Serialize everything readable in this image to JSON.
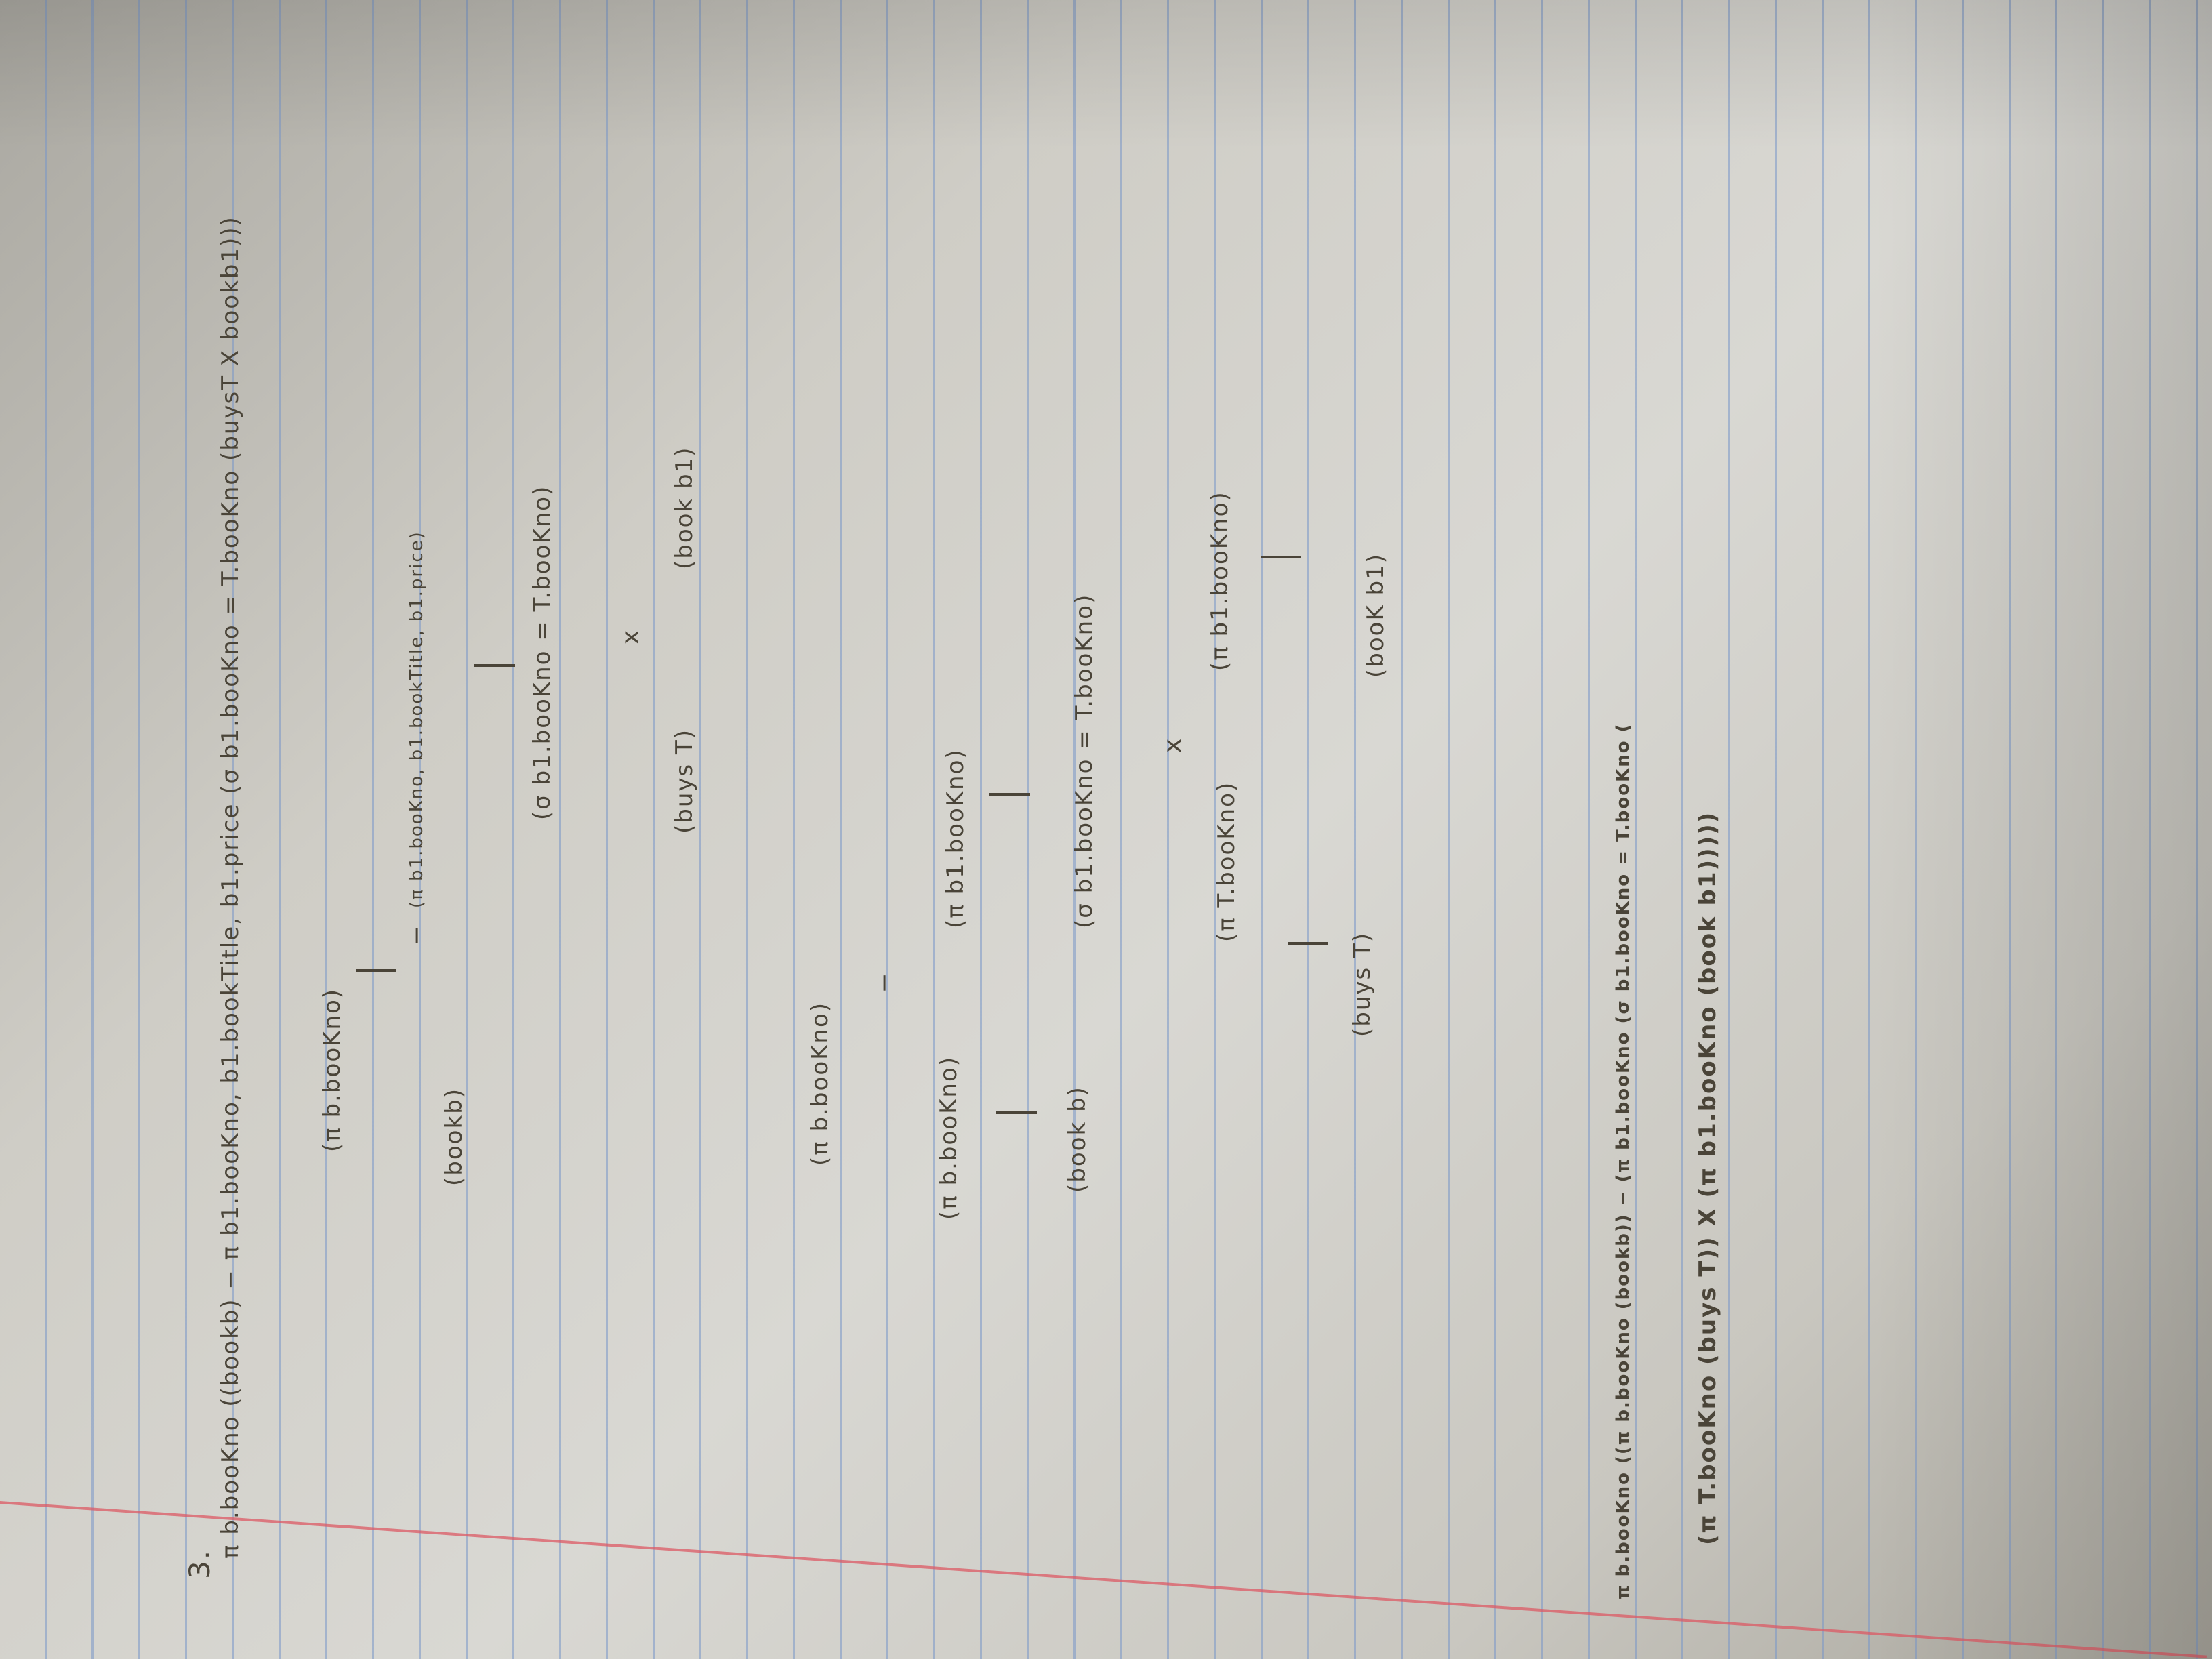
{
  "problem_number": "3.",
  "main_expression": {
    "part1": "π b.booKno ((bookb) − π b1.booKno, b1.bookTitle, b1.price (σ b1.booKno = T.booKno (buysT X bookb1)))"
  },
  "tree1": {
    "root": "(π b.booKno)",
    "operator": "−",
    "left_leaf": "(bookb)",
    "right_node": "(π b1.booKno, b1.bookTitle, b1.price)",
    "select_node": "(σ b1.booKno = T.booKno)",
    "join_operator": "x",
    "join_left": "(buys T)",
    "join_right": "(book b1)"
  },
  "tree2": {
    "root": "(π b.booKno)",
    "operator": "−",
    "left_proj": "(π b.booKno)",
    "left_leaf": "(book b)",
    "right_proj": "(π b1.booKno)",
    "select_node": "(σ b1.booKno = T.booKno)",
    "join_operator": "x",
    "join_left_proj": "(π T.booKno)",
    "join_left_leaf": "(buys T)",
    "join_right_proj": "(π b1.booKno)",
    "join_right_leaf": "(booK b1)"
  },
  "final_expression": {
    "line1": "π b.booKno ((π b.booKno (bookb)) − (π b1.booKno (σ b1.booKno = T.booKno (",
    "line2": "(π T.booKno (buys T)) X (π b1.booKno (book b1)))))"
  }
}
